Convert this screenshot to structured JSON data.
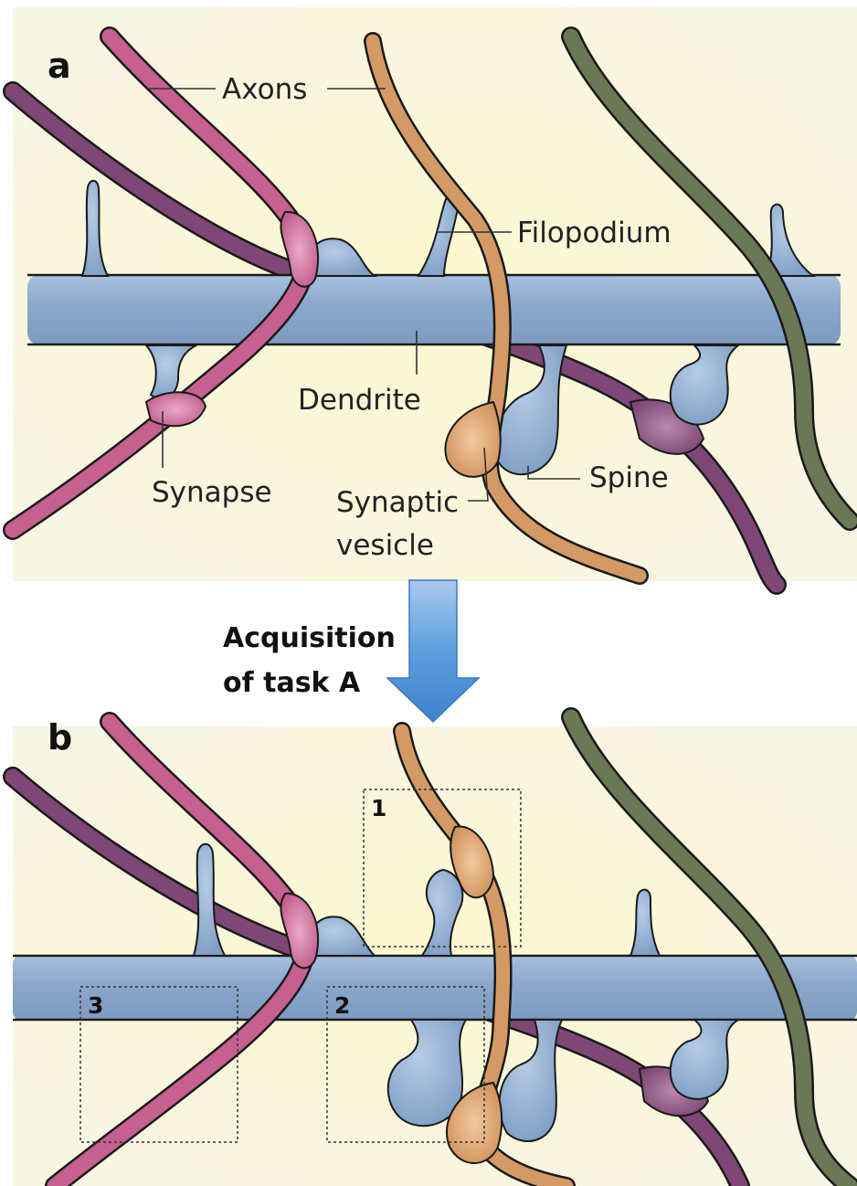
{
  "panels": {
    "a": {
      "label": "a",
      "labels": {
        "axons": "Axons",
        "filopodium": "Filopodium",
        "dendrite": "Dendrite",
        "synapse": "Synapse",
        "spine": "Spine",
        "synaptic_vesicle_line1": "Synaptic",
        "synaptic_vesicle_line2": "vesicle"
      }
    },
    "b": {
      "label": "b",
      "boxes": [
        "1",
        "2",
        "3"
      ]
    }
  },
  "transition": {
    "line1": "Acquisition",
    "line2": "of task A"
  },
  "colors": {
    "background": "#fdfbe9",
    "dendrite": "#93aecf",
    "axon_pink": "#c6608f",
    "axon_purple": "#7e4775",
    "axon_orange": "#d39a66",
    "axon_olive": "#6b7755",
    "arrow": "#4c8ed4"
  }
}
